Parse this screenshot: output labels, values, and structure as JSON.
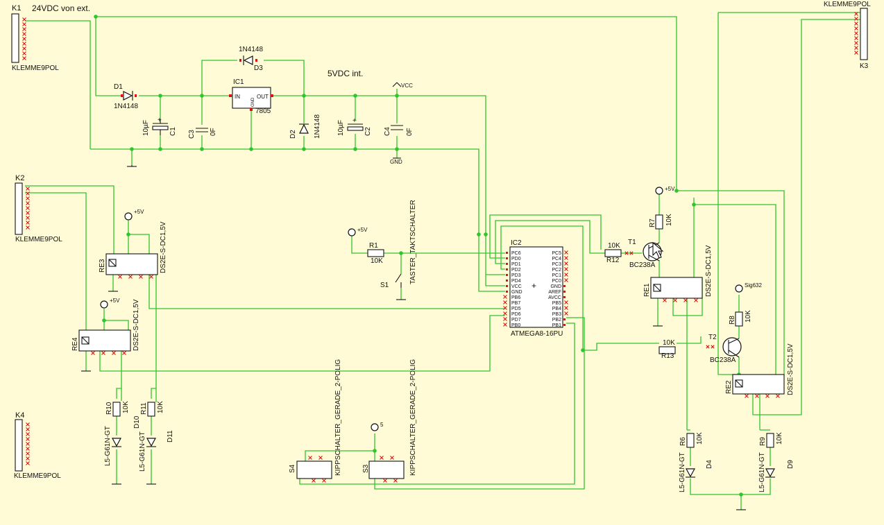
{
  "texts": {
    "t_k1": "K1",
    "t_k1_type": "KLEMME9POL",
    "t_24vdc": "24VDC von ext.",
    "t_k3": "K3",
    "t_k3_type": "KLEMME9POL",
    "t_k2": "K2",
    "t_k2_type": "KLEMME9POL",
    "t_k4": "K4",
    "t_k4_type": "KLEMME9POL",
    "t_d1": "D1",
    "t_d1_val": "1N4148",
    "t_d3_val": "1N4148",
    "t_d3": "D3",
    "t_ic1": "IC1",
    "t_ic1_in": "IN",
    "t_ic1_out": "OUT",
    "t_ic1_gnd": "GND",
    "t_ic1_val": "7805",
    "t_5vdc": "5VDC int.",
    "t_vcc": "VCC",
    "t_gnd": "GND",
    "t_c1": "C1",
    "t_c1_val": "10µF",
    "t_c3": "C3",
    "t_c3_val": "0F",
    "t_d2": "D2",
    "t_d2_val": "1N4148",
    "t_c2": "C2",
    "t_c2_val": "10µF",
    "t_c4": "C4",
    "t_c4_val": "0F",
    "t_p5_re3": "+5V",
    "t_re3": "RE3",
    "t_re3_val": "DS2E-S-DC1,5V",
    "t_p5_re4": "+5V",
    "t_re4": "RE4",
    "t_re4_val": "DS2E-S-DC1,5V",
    "t_p5_r1": "+5V",
    "t_r1": "R1",
    "t_r1_val": "10K",
    "t_s1": "S1",
    "t_s1_val": "TASTER_TAKTSCHALTER",
    "t_ic2": "IC2",
    "t_ic2_val": "ATMEGA8-16PU",
    "t_ic2_plus": "+",
    "ic2_left_pins": [
      "PC6",
      "PD0",
      "PD1",
      "PD2",
      "PD3",
      "PD4",
      "VCC",
      "GND",
      "PB6",
      "PB7",
      "PD5",
      "PD6",
      "PD7",
      "PB0"
    ],
    "ic2_right_pins": [
      "PC5",
      "PC4",
      "PC3",
      "PC2",
      "PC1",
      "PC0",
      "GND",
      "AREF",
      "AVCC",
      "PB5",
      "PB4",
      "PB3",
      "PB2",
      "PB1"
    ],
    "t_r12": "R12",
    "t_r12_val": "10K",
    "t_t1": "T1",
    "t_t1_val": "BC238A",
    "t_p5_r7": "+5V",
    "t_r7": "R7",
    "t_r7_val": "10K",
    "t_re1": "RE1",
    "t_re1_val": "DS2E-S-DC1,5V",
    "t_sig": "Sig632",
    "t_r8": "R8",
    "t_r8_val": "10K",
    "t_r13": "R13",
    "t_r13_val": "10K",
    "t_t2": "T2",
    "t_t2_val": "BC238A",
    "t_re2": "RE2",
    "t_re2_val": "DS2E-S-DC1,5V",
    "t_r10": "R10",
    "t_r10_val": "10K",
    "t_r11": "R11",
    "t_r11_val": "10K",
    "t_d10": "D10",
    "t_d10_val": "L5-G61N-GT",
    "t_d11": "D11",
    "t_d11_val": "L5-G61N-GT",
    "t_s4": "S4",
    "t_s4_val": "KIPPSCHALTER_GERADE_2-POLIG",
    "t_s3": "S3",
    "t_s3_val": "KIPPSCHALTER_GERADE_2-POLIG",
    "t_p5_s": "5",
    "t_r6": "R6",
    "t_r6_val": "10K",
    "t_d4": "D4",
    "t_d4_val": "L5-G61N-GT",
    "t_r9": "R9",
    "t_r9_val": "10K",
    "t_d9": "D9",
    "t_d9_val": "L5-G61N-GT"
  },
  "colors": {
    "background": "#fffbd6",
    "wire": "#2ec62e",
    "component": "#111111",
    "pin": "#dd1111"
  }
}
